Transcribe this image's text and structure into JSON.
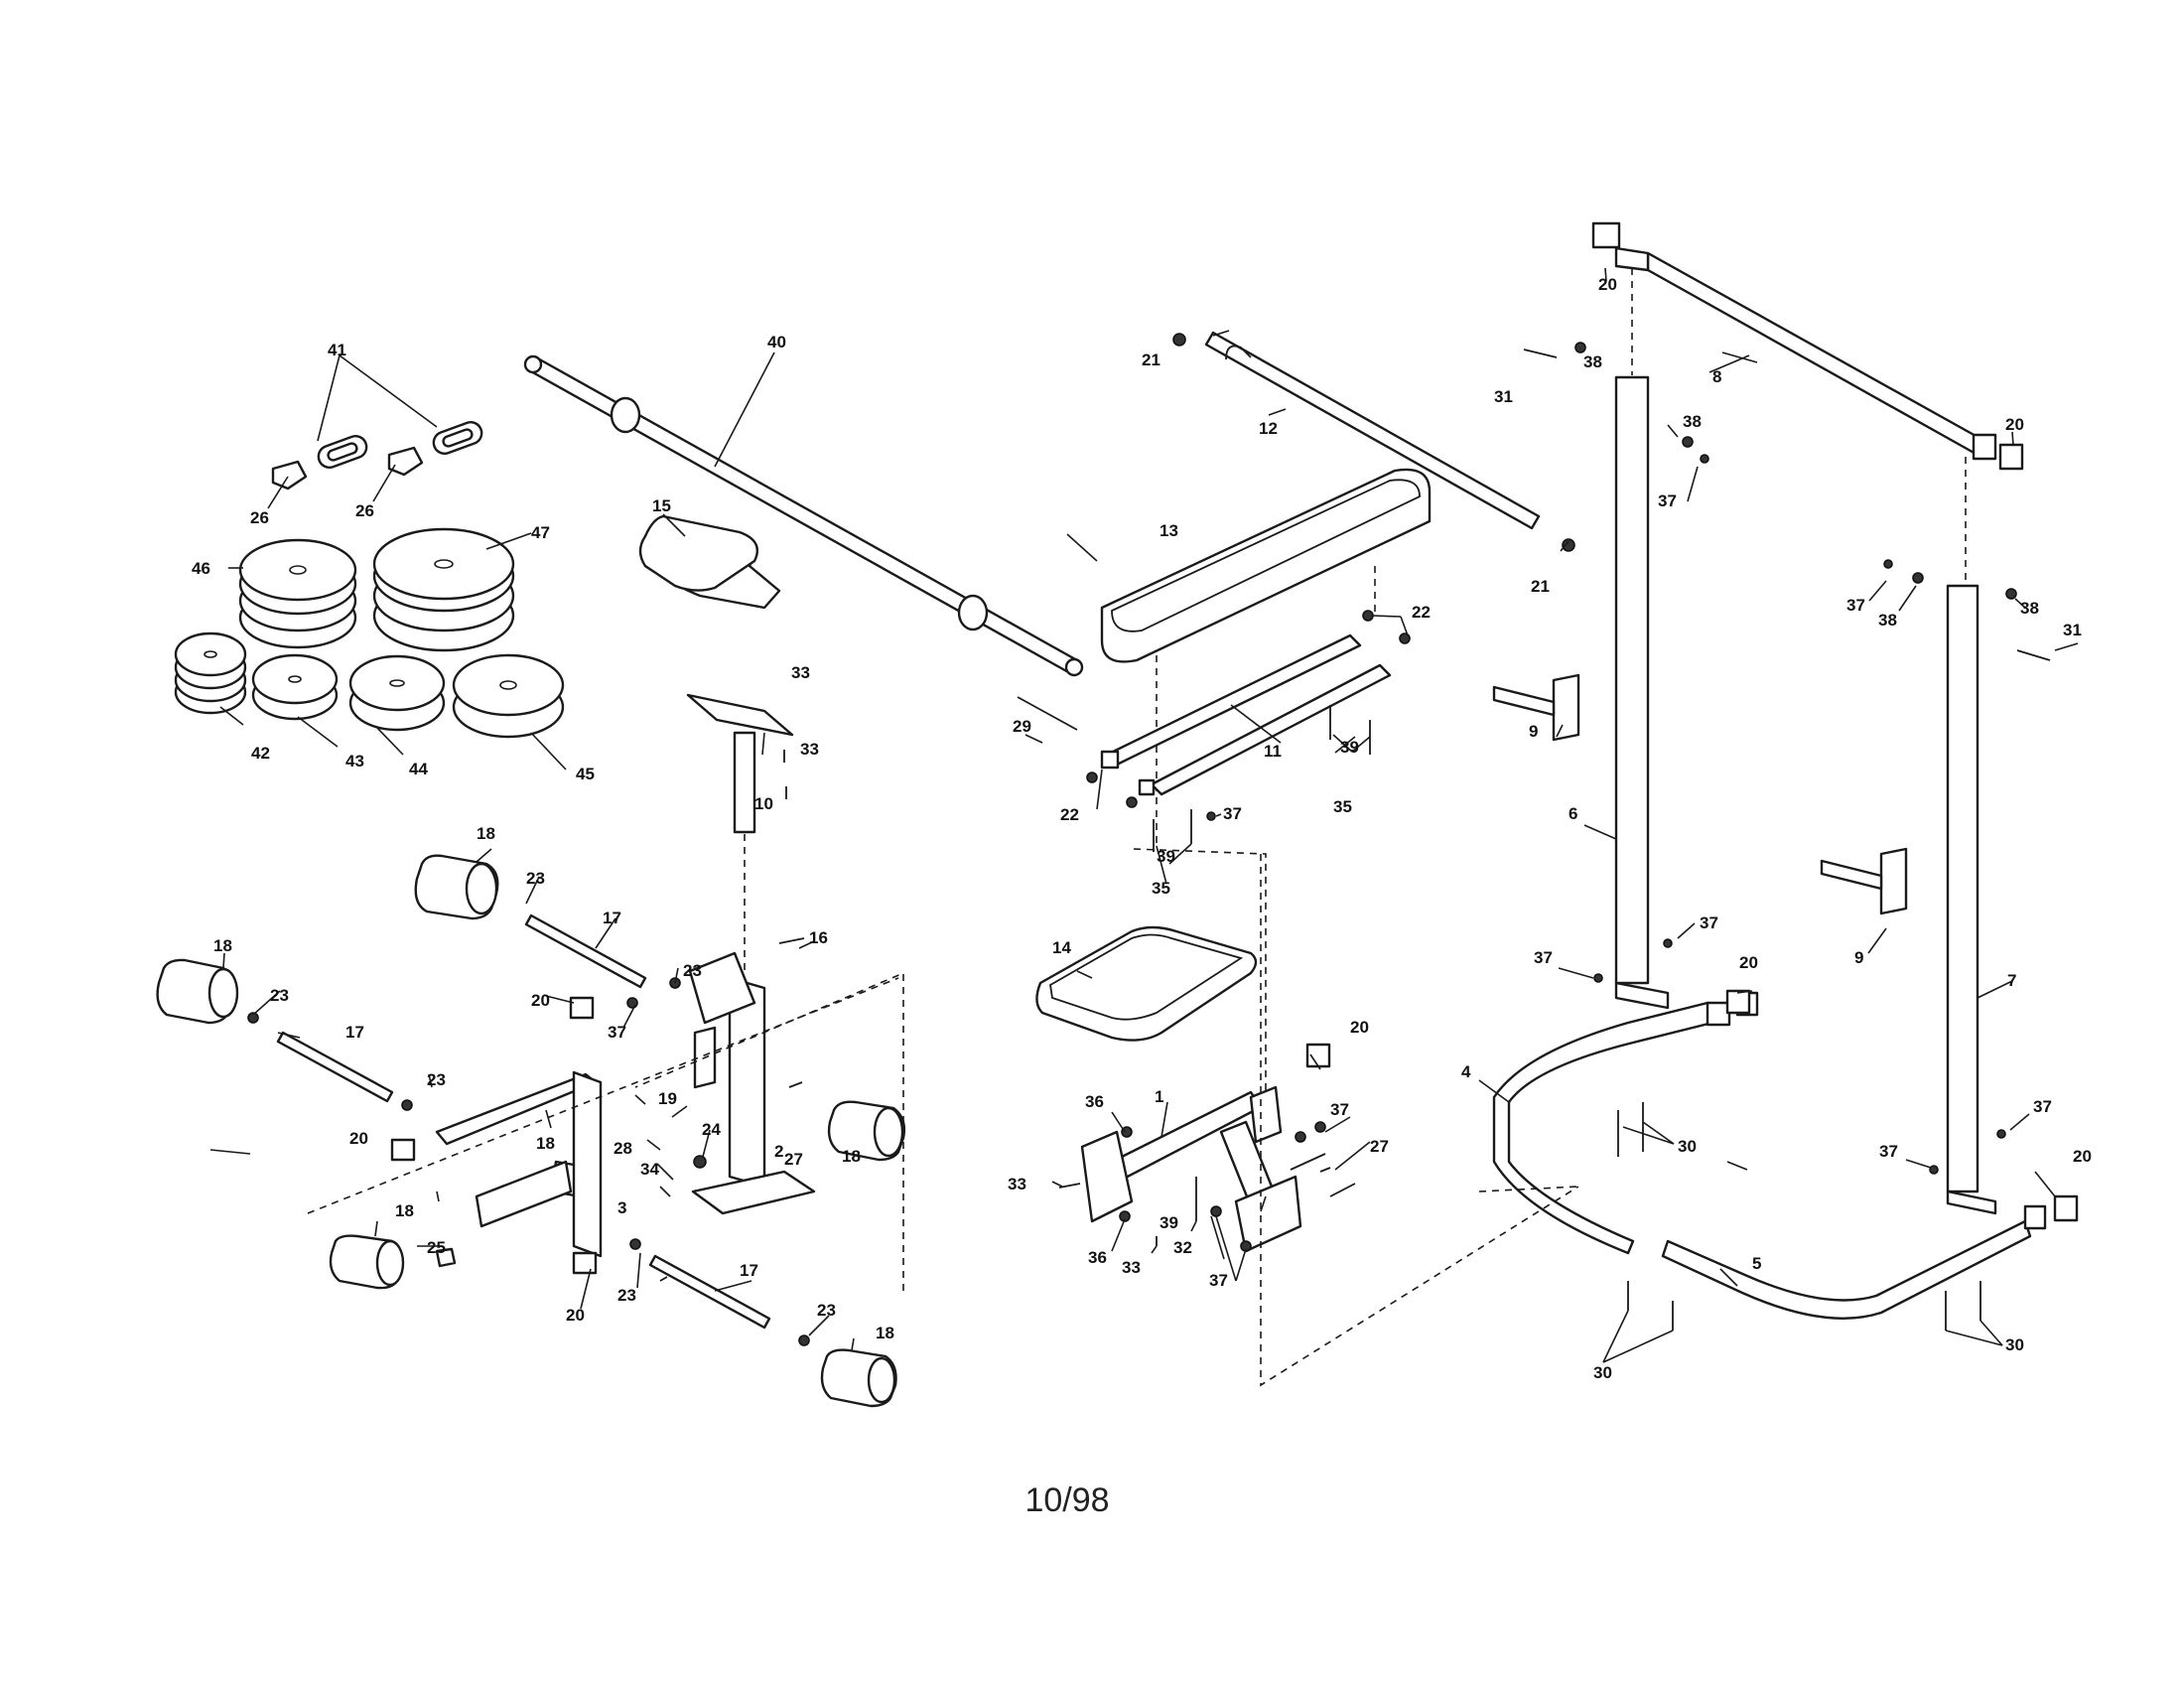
{
  "page": {
    "date_code": "10/98"
  },
  "callouts": {
    "c1": "1",
    "c2": "2",
    "c3": "3",
    "c4": "4",
    "c5": "5",
    "c6": "6",
    "c7": "7",
    "c8": "8",
    "c9": "9",
    "c10": "10",
    "c11": "11",
    "c12": "12",
    "c13": "13",
    "c14": "14",
    "c15": "15",
    "c16": "16",
    "c17": "17",
    "c18": "18",
    "c19": "19",
    "c20": "20",
    "c21": "21",
    "c22": "22",
    "c23": "23",
    "c24": "24",
    "c25": "25",
    "c26": "26",
    "c27": "27",
    "c28": "28",
    "c29": "29",
    "c30": "30",
    "c31": "31",
    "c32": "32",
    "c33": "33",
    "c34": "34",
    "c35": "35",
    "c36": "36",
    "c37": "37",
    "c38": "38",
    "c39": "39",
    "c40": "40",
    "c41": "41",
    "c42": "42",
    "c43": "43",
    "c44": "44",
    "c45": "45",
    "c46": "46",
    "c47": "47"
  }
}
